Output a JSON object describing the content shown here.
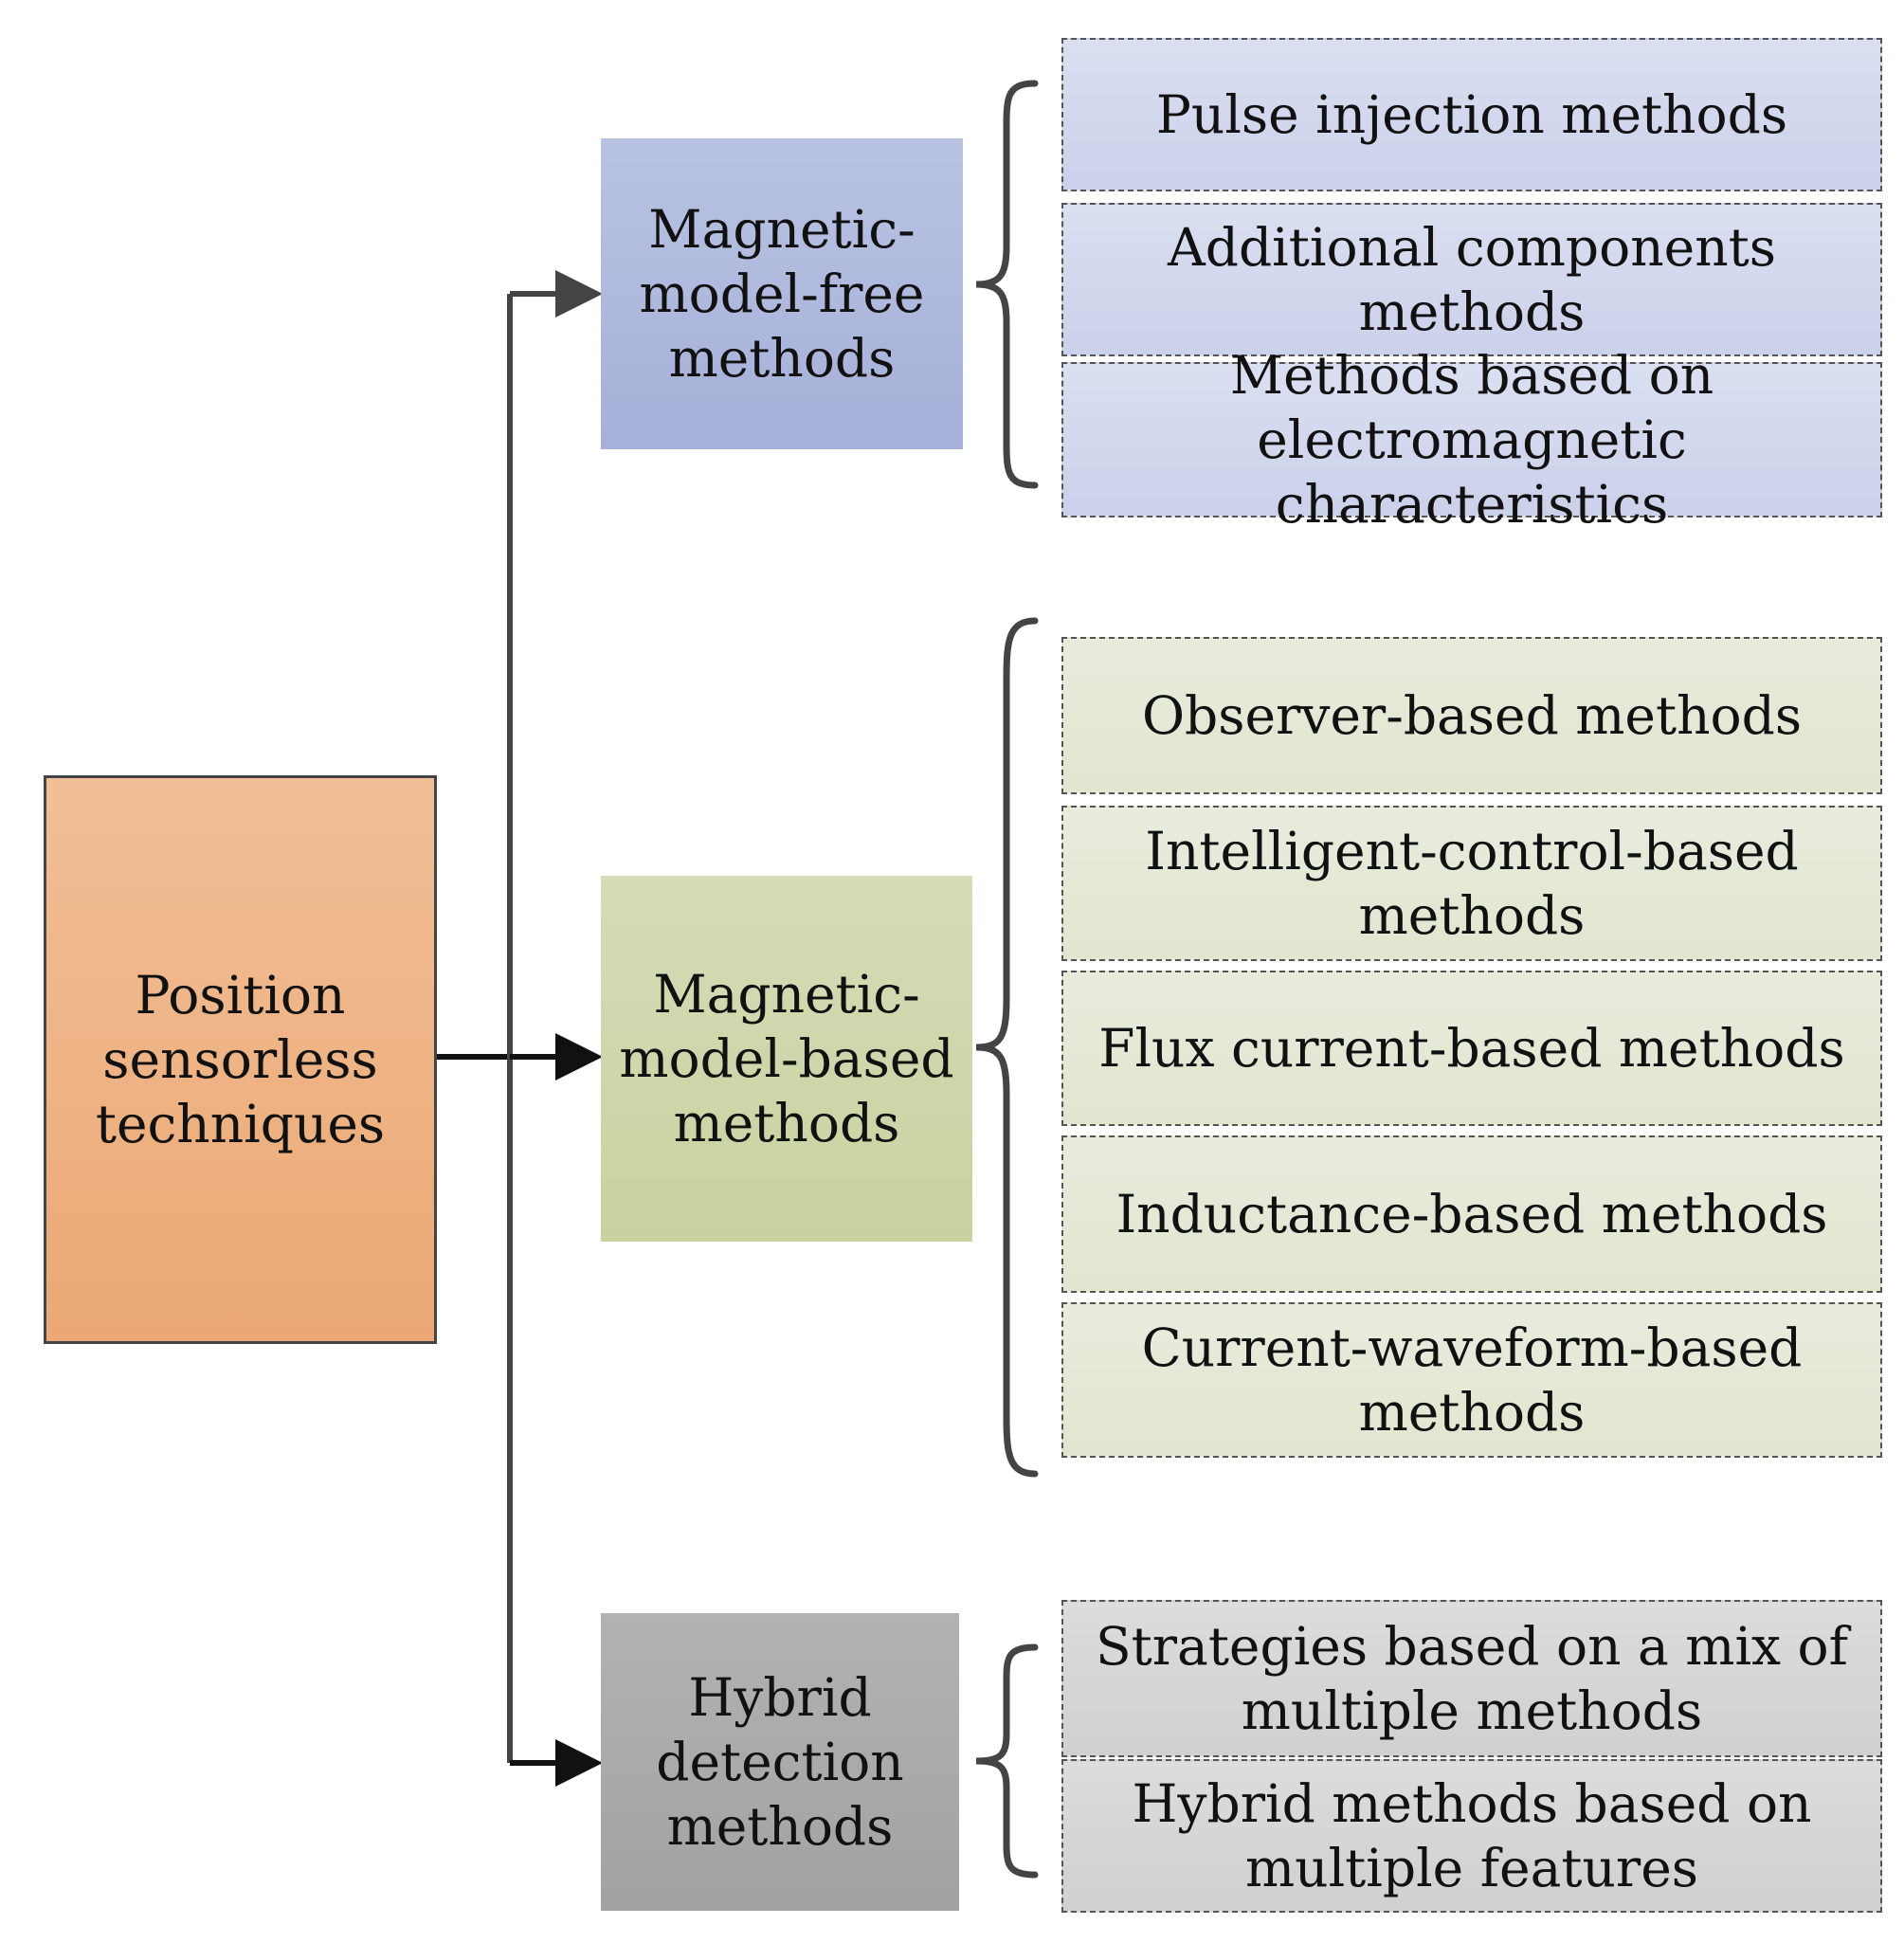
{
  "root": {
    "label": "Position\nsensorless\ntechniques"
  },
  "categories": [
    {
      "label": "Magnetic-\nmodel-free\nmethods",
      "children": [
        "Pulse injection methods",
        "Additional components\nmethods",
        "Methods based on\nelectromagnetic characteristics"
      ]
    },
    {
      "label": "Magnetic-\nmodel-based\nmethods",
      "children": [
        "Observer-based  methods",
        "Intelligent-control-based\nmethods",
        "Flux current-based methods",
        "Inductance-based methods",
        "Current-waveform-based\nmethods"
      ]
    },
    {
      "label": "Hybrid\ndetection\nmethods",
      "children": [
        "Strategies based on a mix of\nmultiple methods",
        "Hybrid methods based on\nmultiple features"
      ]
    }
  ],
  "colors": {
    "root_fill": "#eba874",
    "magnetic_model_free": "#a6b0d9",
    "magnetic_model_based": "#c8d29f",
    "hybrid": "#a2a2a2",
    "connector": "#333333"
  }
}
